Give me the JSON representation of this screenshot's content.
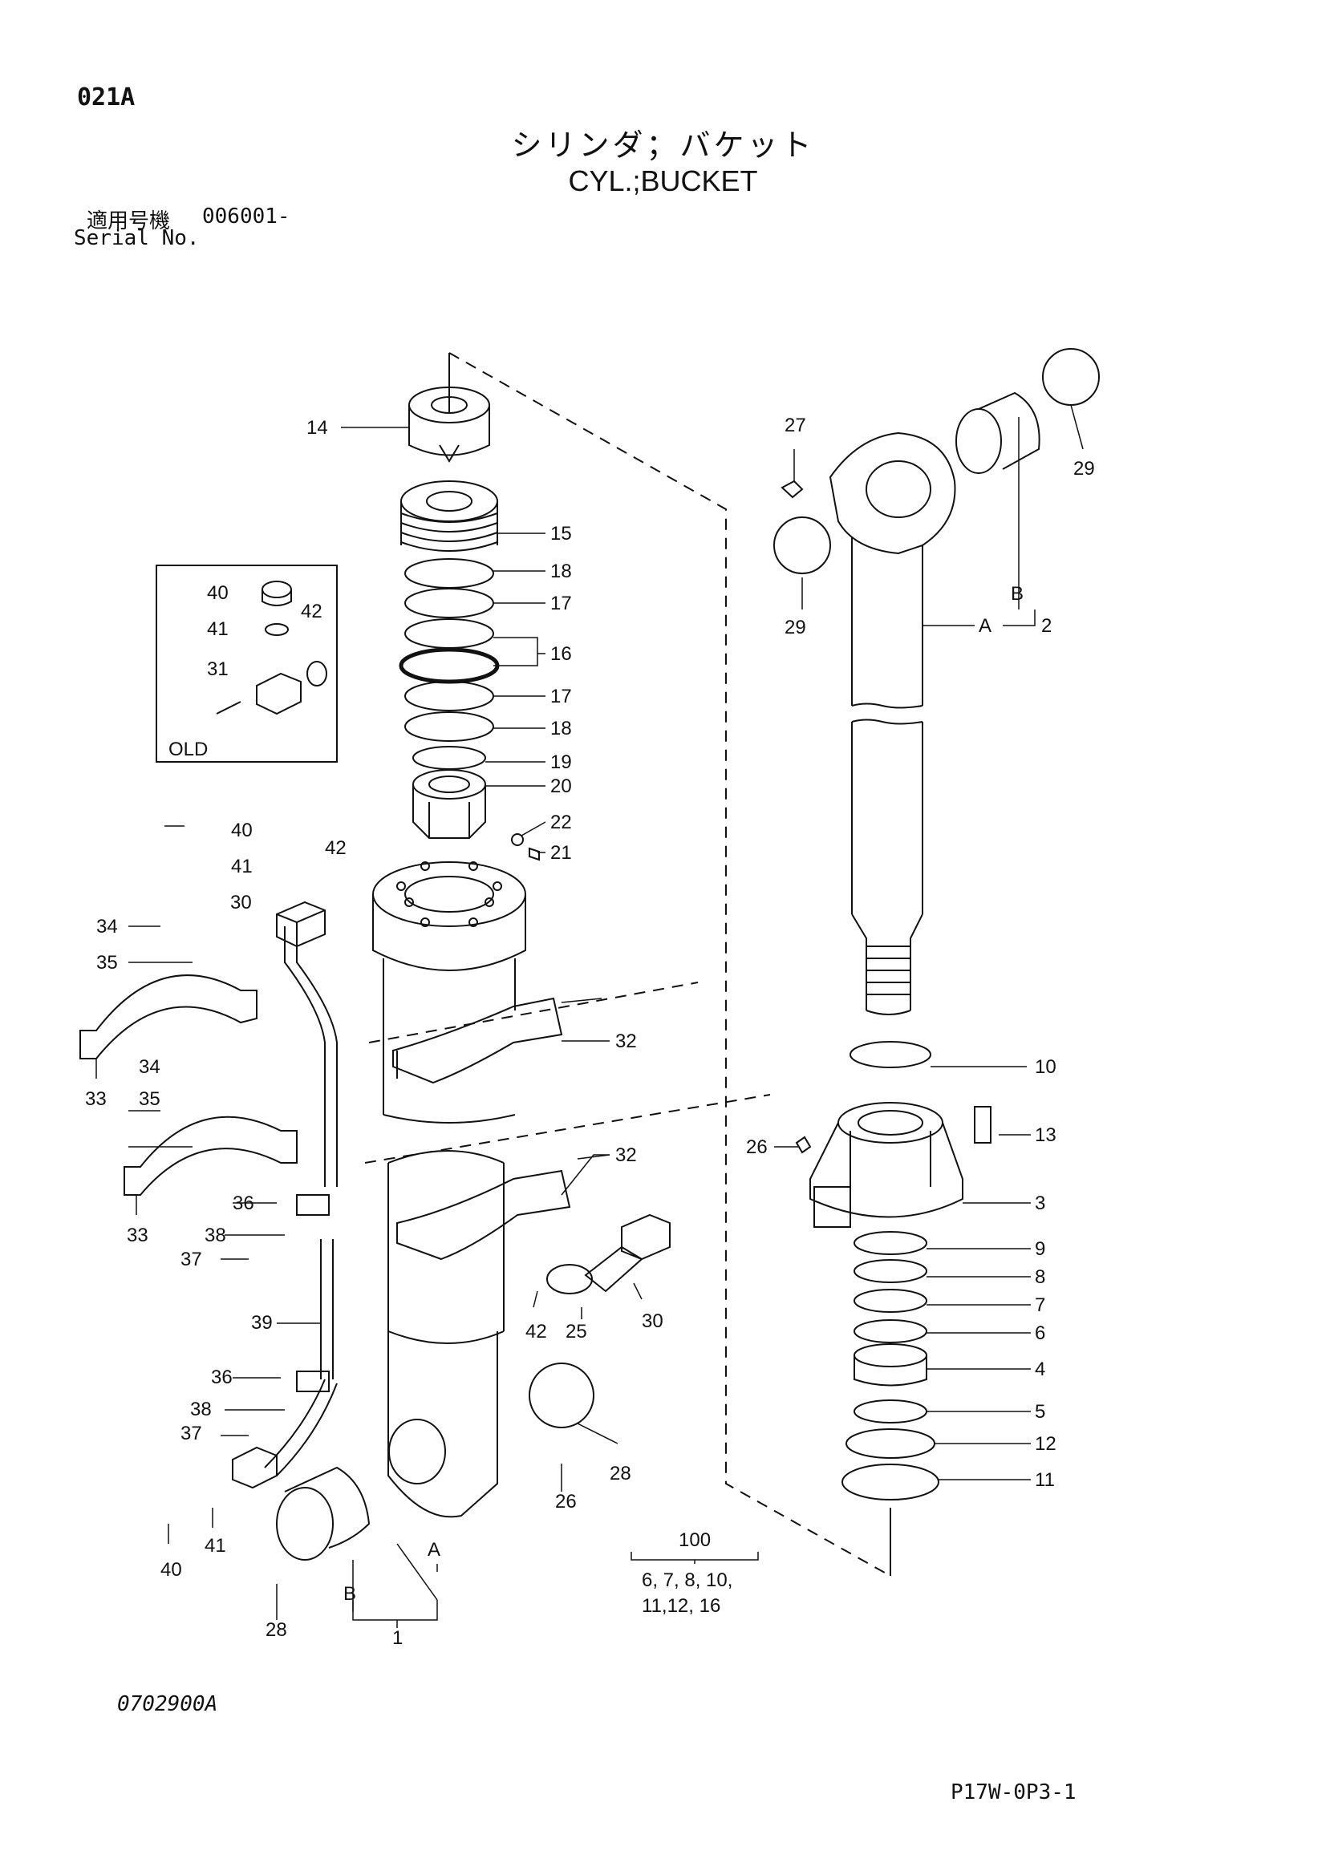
{
  "header": {
    "page_code": "021A",
    "title_jp": "シリンダ；バケット",
    "title_en": "CYL.;BUCKET",
    "serial_label_jp": "適用号機",
    "serial_value": "006001-",
    "serial_label_en": "Serial No."
  },
  "footer": {
    "drawing_id": "0702900A",
    "sheet_code": "P17W-0P3-1"
  },
  "callouts": {
    "c1": "1",
    "c2": "2",
    "c3": "3",
    "c4": "4",
    "c5": "5",
    "c6": "6",
    "c7": "7",
    "c8": "8",
    "c9": "9",
    "c10": "10",
    "c11": "11",
    "c12": "12",
    "c13": "13",
    "c14": "14",
    "c15": "15",
    "c16": "16",
    "c17": "17",
    "c18": "18",
    "c19": "19",
    "c20": "20",
    "c21": "21",
    "c22": "22",
    "c25": "25",
    "c26": "26",
    "c27": "27",
    "c28": "28",
    "c29": "29",
    "c30": "30",
    "c31": "31",
    "c32": "32",
    "c33": "33",
    "c34": "34",
    "c35": "35",
    "c36": "36",
    "c37": "37",
    "c38": "38",
    "c39": "39",
    "c40": "40",
    "c41": "41",
    "c42": "42",
    "c100": "100",
    "A": "A",
    "B": "B"
  },
  "kit": {
    "number": "100",
    "contents_line1": "6, 7, 8, 10,",
    "contents_line2": "11,12, 16"
  },
  "inset": {
    "label": "OLD"
  }
}
